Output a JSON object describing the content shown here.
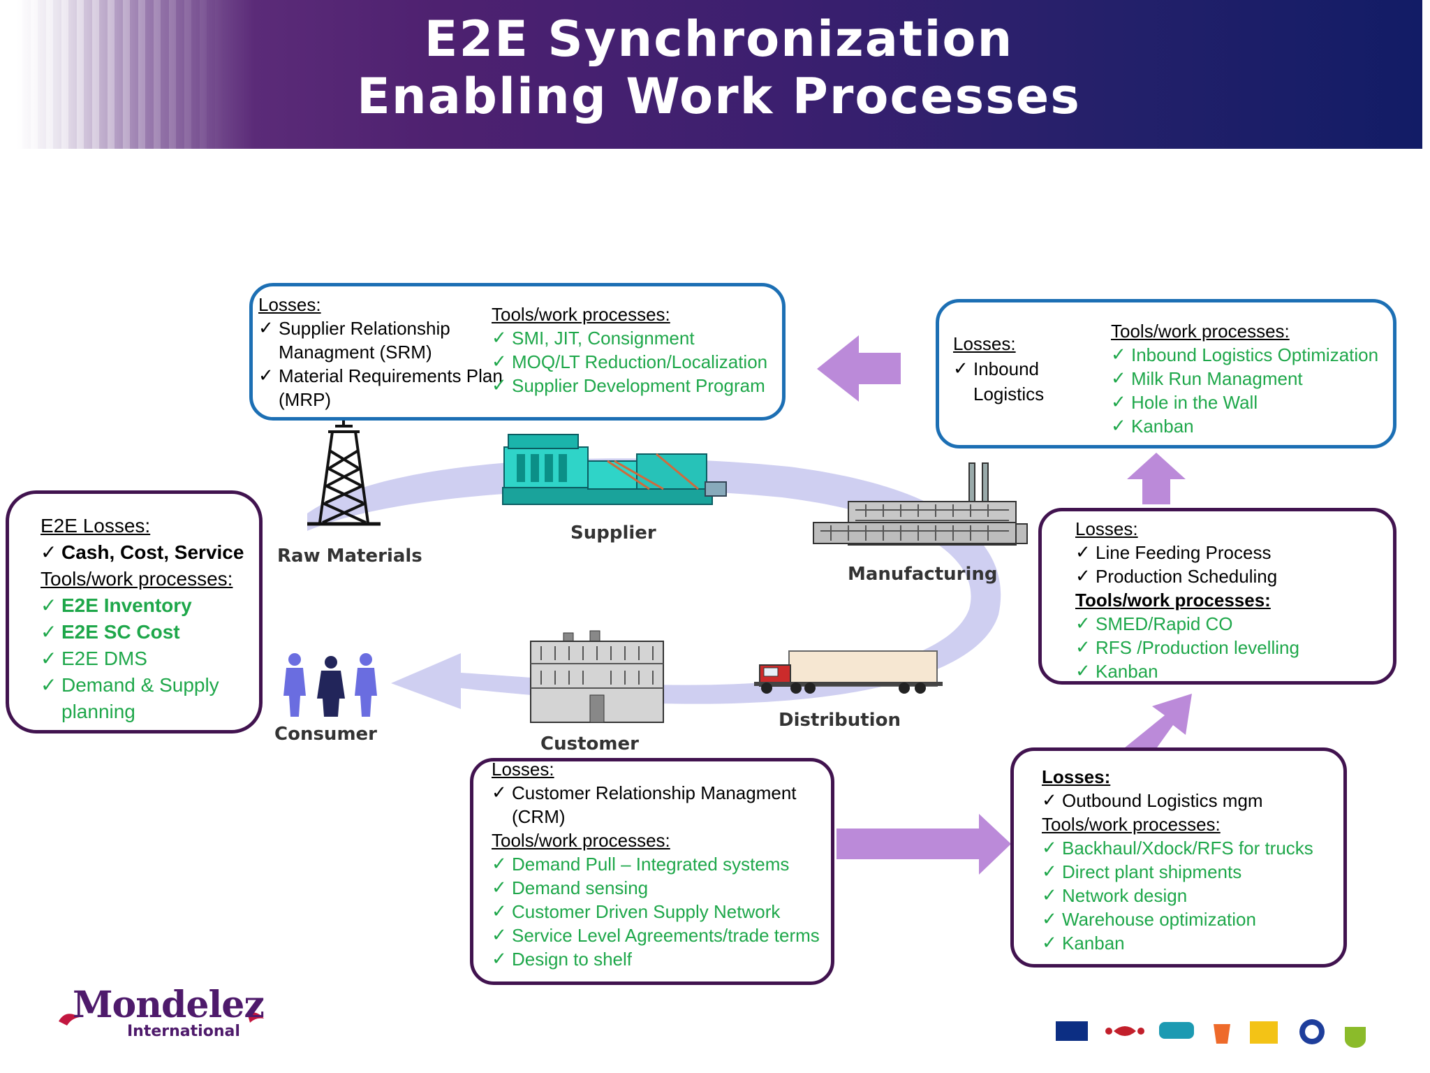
{
  "title": {
    "line1": "E2E Synchronization",
    "line2": "Enabling Work Processes"
  },
  "cycle": {
    "raw_materials": "Raw Materials",
    "supplier": "Supplier",
    "manufacturing": "Manufacturing",
    "distribution": "Distribution",
    "customer": "Customer",
    "consumer": "Consumer"
  },
  "box_supplier": {
    "losses_label": "Losses:",
    "losses": [
      "Supplier Relationship",
      "Managment (SRM)",
      "Material Requirements Plan",
      "(MRP)"
    ],
    "tools_label": "Tools/work processes:",
    "tools": [
      "SMI, JIT, Consignment",
      "MOQ/LT Reduction/Localization",
      "Supplier Development Program"
    ]
  },
  "box_inbound": {
    "losses_label": "Losses:",
    "losses": [
      "Inbound",
      "Logistics"
    ],
    "tools_label": "Tools/work processes:",
    "tools": [
      "Inbound Logistics Optimization",
      "Milk Run Managment",
      "Hole in the Wall",
      "Kanban"
    ]
  },
  "box_e2e": {
    "losses_label": "E2E Losses:",
    "losses": [
      "Cash, Cost, Service"
    ],
    "tools_label": "Tools/work processes:",
    "tools": [
      "E2E Inventory",
      "E2E SC Cost",
      "E2E DMS",
      "Demand & Supply",
      "planning"
    ]
  },
  "box_manufacturing": {
    "losses_label": "Losses:",
    "losses": [
      "Line Feeding Process",
      "Production Scheduling"
    ],
    "tools_label": "Tools/work processes:",
    "tools": [
      "SMED/Rapid CO",
      "RFS /Production levelling",
      "Kanban"
    ]
  },
  "box_customer": {
    "losses_label": "Losses:",
    "losses": [
      "Customer Relationship Managment",
      "(CRM)"
    ],
    "tools_label": "Tools/work processes:",
    "tools": [
      "Demand Pull – Integrated systems",
      "Demand sensing",
      "Customer Driven Supply Network",
      "Service Level Agreements/trade terms",
      "Design to shelf"
    ]
  },
  "box_outbound": {
    "losses_label": "Losses:",
    "losses": [
      "Outbound Logistics mgm"
    ],
    "tools_label": "Tools/work processes:",
    "tools": [
      "Backhaul/Xdock/RFS for trucks",
      "Direct plant shipments",
      "Network design",
      "Warehouse optimization",
      "Kanban"
    ]
  },
  "logo": {
    "name": "Mondelez",
    "sub": "International"
  },
  "colors": {
    "box_blue": "#1c6fb4",
    "box_purple": "#41134f",
    "green_text": "#1ea74a",
    "arrow_purple": "#b98ad8",
    "cycle_lavender": "#c9c8f2"
  },
  "icons": [
    "oil-derrick-icon",
    "factory-icon",
    "manufacturing-plant-icon",
    "truck-icon",
    "store-building-icon",
    "people-icon",
    "brand-icons"
  ]
}
